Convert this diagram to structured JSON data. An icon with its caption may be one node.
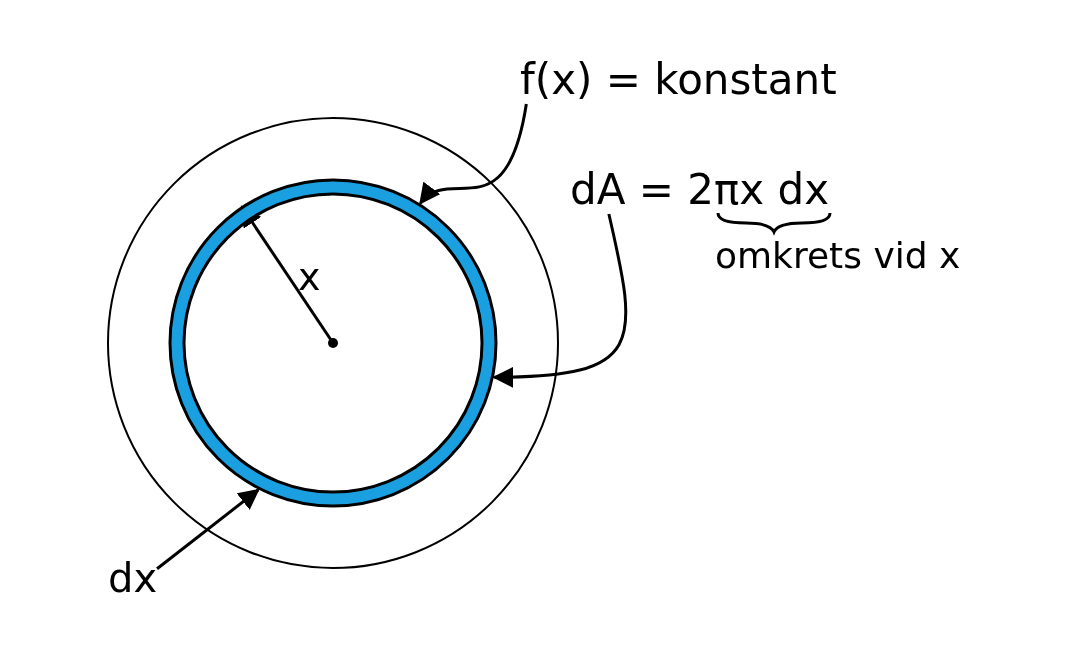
{
  "diagram": {
    "nodes": [
      {
        "text": [
          "f(x) = konstant"
        ]
      },
      {
        "text": [
          "dA = 2πx dx"
        ],
        "beside": [
          "omkrets vid x"
        ]
      },
      {
        "text": [
          "dx"
        ]
      },
      {
        "text": [],
        "shape": "circle"
      }
    ],
    "edges": [
      {
        "from": 0,
        "to": 3,
        "arrow": "to"
      },
      {
        "from": 1,
        "to": 3,
        "arrow": "to"
      },
      {
        "from": 2,
        "to": 3,
        "arrow": "to"
      }
    ],
    "labels": [
      "x"
    ]
  }
}
